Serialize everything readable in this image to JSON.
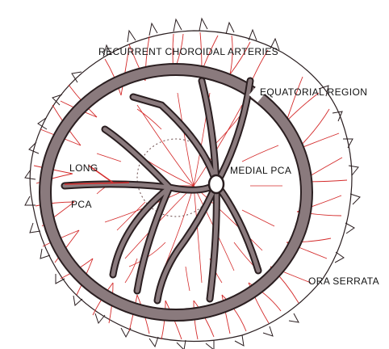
{
  "labels": {
    "recurrent": "RECURRENT CHOROIDAL ARTERIES",
    "equatorial": "EQUATORIAL REGION",
    "medial_pca": "MEDIAL PCA",
    "long": "LONG",
    "pca": "PCA",
    "ora_serrata": "ORA SERRATA"
  },
  "colors": {
    "vessel_band": "#8a7a7d",
    "vessel_outline": "#2a1e20",
    "artery_red": "#d42a2a",
    "ink": "#111111",
    "background": "#ffffff"
  }
}
